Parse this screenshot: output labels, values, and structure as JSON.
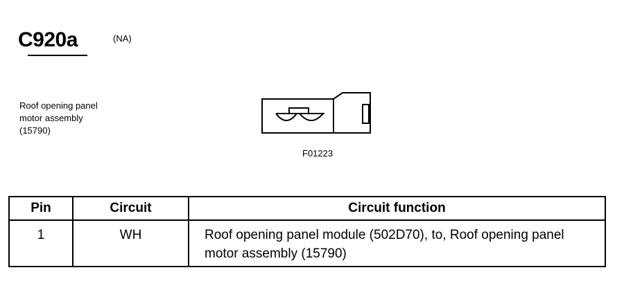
{
  "connector": {
    "id": "C920a",
    "region": "(NA)"
  },
  "component": {
    "lines": [
      "Roof opening panel",
      "motor assembly",
      "(15790)"
    ]
  },
  "diagram": {
    "figure_id": "F01223"
  },
  "table": {
    "headers": {
      "pin": "Pin",
      "circuit": "Circuit",
      "function": "Circuit function"
    },
    "rows": [
      {
        "pin": "1",
        "circuit": "WH",
        "function": "Roof opening panel module (502D70), to, Roof opening panel motor assembly (15790)"
      }
    ]
  }
}
